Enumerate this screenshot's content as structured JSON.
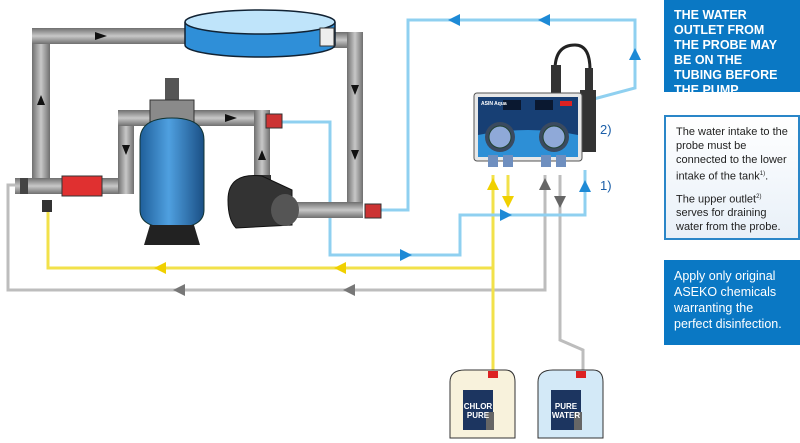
{
  "info_boxes": {
    "outlet_note": "THE WATER OUTLET FROM THE PROBE MAY BE ON THE TUBING BEFORE THE PUMP",
    "intake_note_1": "The water intake to the probe must be connected to the lower intake of the tank",
    "intake_note_1_sup": "1)",
    "intake_note_2_pre": "The upper outlet",
    "intake_note_2_sup": "2)",
    "intake_note_2_post": " serves for draining water from the probe.",
    "chemicals_note": "Apply only original ASEKO chemicals warranting the perfect disinfection."
  },
  "labels": {
    "outlet": "2)",
    "intake": "1)"
  },
  "device": {
    "name": "ASIN Aqua"
  },
  "canisters": [
    {
      "label": "CHLOR PURE"
    },
    {
      "label": "PURE WATER"
    }
  ],
  "colors": {
    "accent": "#0a78c4",
    "tubing_blue": "#7cc6ec",
    "tubing_yellow": "#f5e000",
    "tubing_gray": "#b5b5b5",
    "pipe": "#8c8c8c"
  }
}
